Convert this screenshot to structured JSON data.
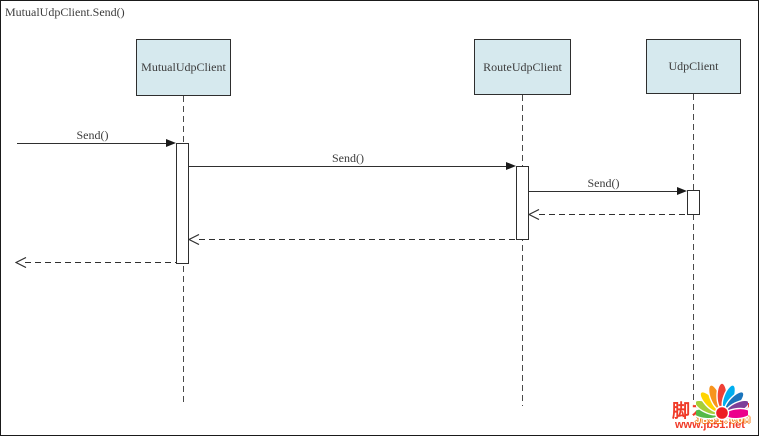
{
  "diagram": {
    "title": "MutualUdpClient.Send()",
    "participants": [
      {
        "name": "MutualUdpClient"
      },
      {
        "name": "RouteUdpClient"
      },
      {
        "name": "UdpClient"
      }
    ],
    "messages": [
      {
        "label": "Send()",
        "kind": "call",
        "from": "external",
        "to": "MutualUdpClient"
      },
      {
        "label": "Send()",
        "kind": "call",
        "from": "MutualUdpClient",
        "to": "RouteUdpClient"
      },
      {
        "label": "Send()",
        "kind": "call",
        "from": "RouteUdpClient",
        "to": "UdpClient"
      },
      {
        "label": "",
        "kind": "return",
        "from": "UdpClient",
        "to": "RouteUdpClient"
      },
      {
        "label": "",
        "kind": "return",
        "from": "RouteUdpClient",
        "to": "MutualUdpClient"
      },
      {
        "label": "",
        "kind": "return",
        "from": "MutualUdpClient",
        "to": "external"
      }
    ],
    "colors": {
      "participant_fill": "#d6e9ee",
      "participant_border": "#2e2e2e",
      "line": "#2f2f2f",
      "text": "#3c3c3c",
      "background": "#ffffff",
      "watermark_red": "#f03a28"
    },
    "watermark": {
      "site_name": "脚本之家",
      "site_url": "www.jb51.net",
      "overlay_text": "JB51.COM",
      "logo": "rainbow-fan-logo"
    }
  }
}
